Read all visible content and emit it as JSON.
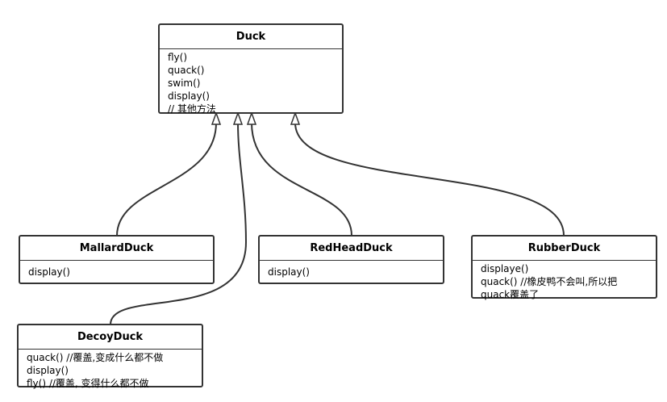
{
  "classes": {
    "duck": {
      "name": "Duck",
      "methods": [
        "fly()",
        "quack()",
        "swim()",
        "display()",
        "// 其他方法"
      ]
    },
    "mallard": {
      "name": "MallardDuck",
      "methods": [
        "display()"
      ]
    },
    "redhead": {
      "name": "RedHeadDuck",
      "methods": [
        "display()"
      ]
    },
    "rubber": {
      "name": "RubberDuck",
      "methods": [
        "displaye()",
        "quack()  //橡皮鸭不会叫,所以把",
        "quack覆盖了"
      ]
    },
    "decoy": {
      "name": "DecoyDuck",
      "methods": [
        "quack() //覆盖,变成什么都不做",
        "display()",
        "fly() //覆盖, 变得什么都不做"
      ]
    }
  },
  "relations": [
    {
      "from": "MallardDuck",
      "to": "Duck",
      "type": "inheritance"
    },
    {
      "from": "DecoyDuck",
      "to": "Duck",
      "type": "inheritance"
    },
    {
      "from": "RedHeadDuck",
      "to": "Duck",
      "type": "inheritance"
    },
    {
      "from": "RubberDuck",
      "to": "Duck",
      "type": "inheritance"
    }
  ],
  "colors": {
    "line": "#333333",
    "background": "#ffffff"
  }
}
